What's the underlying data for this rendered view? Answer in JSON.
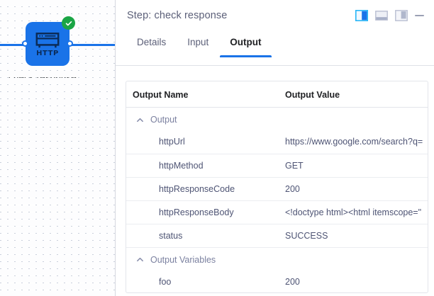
{
  "colors": {
    "accent": "#1a73e8",
    "success": "#1aa545",
    "text_muted": "#5c6079",
    "text_value": "#4e5474",
    "border": "#e3e5eb"
  },
  "canvas": {
    "node": {
      "label": "check response",
      "icon_name": "http-browser-icon",
      "icon_text": "HTTP",
      "status_badge": "success-check-icon",
      "port_in": "input-port",
      "port_out": "output-port"
    },
    "edges": [
      "incoming-edge",
      "outgoing-edge"
    ]
  },
  "panel": {
    "header": {
      "title": "Step: check response",
      "actions": [
        {
          "name": "layout-side-panel-button",
          "selected": true
        },
        {
          "name": "layout-bottom-panel-button",
          "selected": false
        },
        {
          "name": "layout-left-panel-button",
          "selected": false
        },
        {
          "name": "minimize-panel-button",
          "selected": false
        }
      ]
    },
    "tabs": [
      {
        "label": "Details",
        "active": false
      },
      {
        "label": "Input",
        "active": false
      },
      {
        "label": "Output",
        "active": true
      }
    ],
    "table": {
      "columns": [
        "Output Name",
        "Output Value"
      ],
      "groups": [
        {
          "label": "Output",
          "expanded": true,
          "rows": [
            {
              "name": "httpUrl",
              "value": "https://www.google.com/search?q="
            },
            {
              "name": "httpMethod",
              "value": "GET"
            },
            {
              "name": "httpResponseCode",
              "value": "200"
            },
            {
              "name": "httpResponseBody",
              "value": "<!doctype html><html itemscope=\""
            },
            {
              "name": "status",
              "value": "SUCCESS"
            }
          ]
        },
        {
          "label": "Output Variables",
          "expanded": true,
          "rows": [
            {
              "name": "foo",
              "value": "200"
            }
          ]
        }
      ]
    }
  }
}
